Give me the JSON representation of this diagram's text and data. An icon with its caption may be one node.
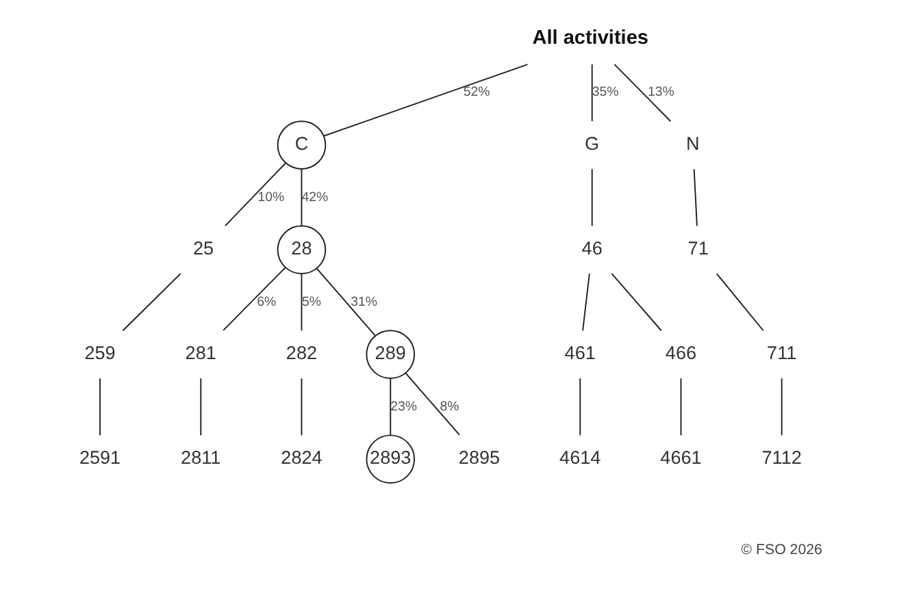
{
  "diagram": {
    "nodes": [
      {
        "text": [
          "All activities"
        ]
      },
      {
        "text": [
          "C"
        ]
      },
      {
        "text": [
          "G"
        ]
      },
      {
        "text": [
          "N"
        ]
      },
      {
        "text": [
          "25"
        ]
      },
      {
        "text": [
          "28"
        ]
      },
      {
        "text": [
          "46"
        ]
      },
      {
        "text": [
          "71"
        ]
      },
      {
        "text": [
          "259"
        ]
      },
      {
        "text": [
          "281"
        ]
      },
      {
        "text": [
          "282"
        ]
      },
      {
        "text": [
          "289"
        ]
      },
      {
        "text": [
          "461"
        ]
      },
      {
        "text": [
          "466"
        ]
      },
      {
        "text": [
          "711"
        ]
      },
      {
        "text": [
          "2591"
        ]
      },
      {
        "text": [
          "2811"
        ]
      },
      {
        "text": [
          "2824"
        ]
      },
      {
        "text": [
          "2893"
        ]
      },
      {
        "text": [
          "2895"
        ]
      },
      {
        "text": [
          "4614"
        ]
      },
      {
        "text": [
          "4661"
        ]
      },
      {
        "text": [
          "7112"
        ]
      }
    ],
    "edges": [
      {
        "from": 0,
        "to": 1,
        "arrow": "none",
        "label": "52%"
      },
      {
        "from": 0,
        "to": 2,
        "arrow": "none",
        "label": "35%"
      },
      {
        "from": 0,
        "to": 3,
        "arrow": "none",
        "label": "13%"
      },
      {
        "from": 1,
        "to": 4,
        "arrow": "none",
        "label": "10%"
      },
      {
        "from": 1,
        "to": 5,
        "arrow": "none",
        "label": "42%"
      },
      {
        "from": 2,
        "to": 6,
        "arrow": "none"
      },
      {
        "from": 3,
        "to": 7,
        "arrow": "none"
      },
      {
        "from": 4,
        "to": 8,
        "arrow": "none"
      },
      {
        "from": 5,
        "to": 9,
        "arrow": "none",
        "label": "6%"
      },
      {
        "from": 5,
        "to": 10,
        "arrow": "none",
        "label": "5%"
      },
      {
        "from": 5,
        "to": 11,
        "arrow": "none",
        "label": "31%"
      },
      {
        "from": 6,
        "to": 12,
        "arrow": "none"
      },
      {
        "from": 6,
        "to": 13,
        "arrow": "none"
      },
      {
        "from": 7,
        "to": 14,
        "arrow": "none"
      },
      {
        "from": 8,
        "to": 15,
        "arrow": "none"
      },
      {
        "from": 9,
        "to": 16,
        "arrow": "none"
      },
      {
        "from": 10,
        "to": 17,
        "arrow": "none"
      },
      {
        "from": 11,
        "to": 18,
        "arrow": "none",
        "label": "23%"
      },
      {
        "from": 11,
        "to": 19,
        "arrow": "none",
        "label": "8%"
      },
      {
        "from": 12,
        "to": 20,
        "arrow": "none"
      },
      {
        "from": 13,
        "to": 21,
        "arrow": "none"
      },
      {
        "from": 14,
        "to": 22,
        "arrow": "none"
      }
    ],
    "labels": [
      "© FSO 2026"
    ]
  }
}
